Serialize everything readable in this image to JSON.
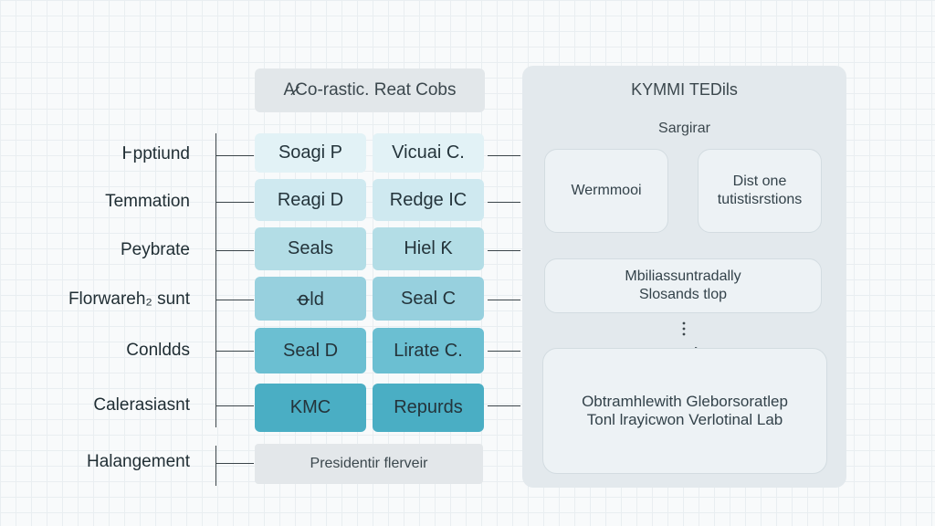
{
  "header": {
    "title": "A̷Co-rastic. Reat Cobs"
  },
  "row_labels": [
    "Ͱpptiund",
    "Temmation",
    "Peybrate",
    "Florwareh₂ sunt",
    "Conldds",
    "Calerasiasnt",
    "Halangement"
  ],
  "grid": {
    "left": [
      "Soagi P",
      "Reagi D",
      "Seals",
      "ꝋld",
      "Seal D",
      "KMC"
    ],
    "right": [
      "Vicuai C.",
      "Redge IC",
      "Hiel Ƙ",
      "Seal C",
      "Lirate C.",
      "Repurds"
    ]
  },
  "footer": {
    "label": "Presidentir flerveir"
  },
  "panel": {
    "title": "KYMMI TEDils",
    "subtitle": "Sargirar",
    "box_a": "Wermmooi",
    "box_b_line1": "Dist one",
    "box_b_line2": "tutistisrstions",
    "box_c_line1": "Mbiliassuntradally",
    "box_c_line2": "Slosands tlop",
    "box_d_line1": "Obtramhlewith Gleborsoratlep",
    "box_d_line2": "Tonl lrayicwon Verlotinal Lab"
  },
  "colors": {
    "row1": "#e2f2f6",
    "row2": "#cfe9f0",
    "row3": "#b3dde6",
    "row4": "#97d0de",
    "row5": "#6bbfd2",
    "row6": "#4aaec4"
  }
}
